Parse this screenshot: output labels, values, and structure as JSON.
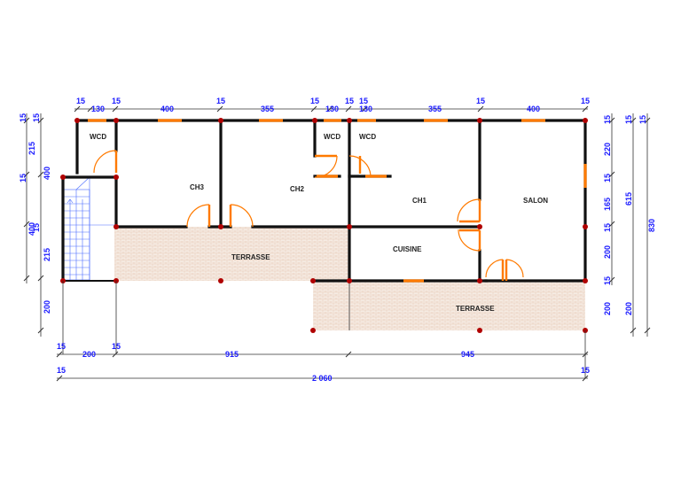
{
  "rooms": {
    "wcd1": "WCD",
    "wcd2": "WCD",
    "wcd3": "WCD",
    "ch3": "CH3",
    "ch2": "CH2",
    "ch1": "CH1",
    "salon": "SALON",
    "cuisine": "CUISINE",
    "terrasse1": "TERRASSE",
    "terrasse2": "TERRASSE"
  },
  "top_dims": {
    "a": "15",
    "b": "130",
    "c": "15",
    "d": "400",
    "e": "15",
    "f": "355",
    "g": "15",
    "h": "130",
    "i": "15",
    "j": "130",
    "k": "15",
    "l": "355",
    "m": "15",
    "n": "400",
    "o": "15"
  },
  "left_dims": {
    "a": "15",
    "b": "15",
    "c": "215",
    "d": "15",
    "e": "400",
    "f": "15",
    "g": "400",
    "h": "215",
    "i": "200"
  },
  "right_dims": {
    "a": "15",
    "b": "15",
    "c": "15",
    "d": "220",
    "e": "15",
    "f": "165",
    "g": "615",
    "h": "15",
    "i": "200",
    "j": "830",
    "k": "15",
    "l": "200",
    "m": "200"
  },
  "bottom_dims": {
    "a": "15",
    "b": "200",
    "c": "15",
    "d": "915",
    "e": "945",
    "f": "15",
    "g": "2 060",
    "h": "15"
  },
  "colors": {
    "dimension_text": "#1a1aff",
    "window": "#ff7a00",
    "door": "#ff7a00",
    "column": "#b00000",
    "terrace_fill": "#f3e6dc",
    "stair": "#4a6cff"
  }
}
